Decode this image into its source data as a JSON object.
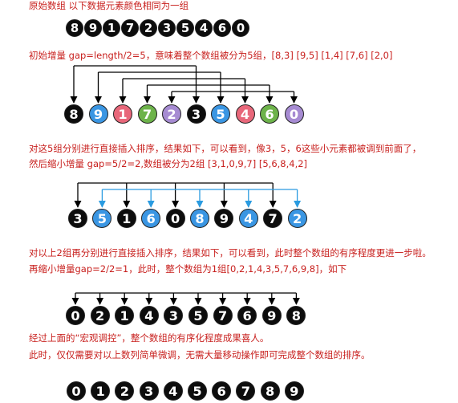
{
  "notes": {
    "n1": "原始数组    以下数据元素颜色相同为一组",
    "n2": "初始增量 gap=length/2=5，意味着整个数组被分为5组，[8,3] [9,5] [1,4] [7,6] [2,0]",
    "n3a": "对这5组分别进行直接插入排序，结果如下，可以看到，像3，5，6这些小元素都被调到前面了，",
    "n3b": "然后缩小增量 gap=5/2=2,数组被分为2组 [3,1,0,9,7] [5,6,8,4,2]",
    "n4a": "对以上2组再分别进行直接插入排序，结果如下，可以看到，此时整个数组的有序程度更进一步啦。",
    "n4b": "再缩小增量gap=2/2=1，此时，整个数组为1组[0,2,1,4,3,5,7,6,9,8]，如下",
    "n5a": "经过上面的“宏观调控”，整个数组的有序化程度成果喜人。",
    "n5b": "此时，仅仅需要对以上数列简单微调，无需大量移动操作即可完成整个数组的排序。"
  },
  "colors": {
    "black": "#0d0d0d",
    "blue": "#3a96e3",
    "pink": "#e8677a",
    "green": "#6db34a",
    "purple": "#a68bd2",
    "orange": "#e8763a",
    "teal": "#4fb896",
    "text_red": "#c8201e",
    "line_black": "#000000",
    "line_blue": "#2a9be0"
  },
  "rows": [
    {
      "id": "original",
      "values": [
        "8",
        "9",
        "1",
        "7",
        "2",
        "3",
        "5",
        "4",
        "6",
        "0"
      ],
      "colors": [
        "black",
        "black",
        "black",
        "black",
        "black",
        "black",
        "black",
        "black",
        "black",
        "black"
      ]
    },
    {
      "id": "gap5",
      "values": [
        "8",
        "9",
        "1",
        "7",
        "2",
        "3",
        "5",
        "4",
        "6",
        "0"
      ],
      "colors": [
        "black",
        "blue",
        "pink",
        "green",
        "purple",
        "black",
        "blue",
        "pink",
        "green",
        "purple"
      ]
    },
    {
      "id": "gap2",
      "values": [
        "3",
        "5",
        "1",
        "6",
        "0",
        "8",
        "9",
        "4",
        "7",
        "2"
      ],
      "colors": [
        "black",
        "blue",
        "black",
        "blue",
        "black",
        "blue",
        "black",
        "blue",
        "black",
        "blue"
      ]
    },
    {
      "id": "gap1",
      "values": [
        "0",
        "2",
        "1",
        "4",
        "3",
        "5",
        "7",
        "6",
        "9",
        "8"
      ],
      "colors": [
        "black",
        "black",
        "black",
        "black",
        "black",
        "black",
        "black",
        "black",
        "black",
        "black"
      ]
    },
    {
      "id": "sorted",
      "values": [
        "0",
        "1",
        "2",
        "3",
        "4",
        "5",
        "6",
        "7",
        "8",
        "9"
      ],
      "colors": [
        "black",
        "black",
        "black",
        "black",
        "black",
        "black",
        "black",
        "black",
        "black",
        "black"
      ]
    }
  ],
  "groups": {
    "gap5": [
      {
        "members": [
          0,
          5
        ],
        "line": "line_black"
      },
      {
        "members": [
          1,
          6
        ],
        "line": "line_black"
      },
      {
        "members": [
          2,
          7
        ],
        "line": "line_black"
      },
      {
        "members": [
          3,
          8
        ],
        "line": "line_black"
      },
      {
        "members": [
          4,
          9
        ],
        "line": "line_black"
      }
    ],
    "gap2": [
      {
        "members": [
          0,
          2,
          4,
          6,
          8
        ],
        "line": "line_black"
      },
      {
        "members": [
          1,
          3,
          5,
          7,
          9
        ],
        "line": "line_blue"
      }
    ],
    "gap1": [
      {
        "members": [
          0,
          1,
          2,
          3,
          4,
          5,
          6,
          7,
          8,
          9
        ],
        "line": "line_black"
      }
    ]
  }
}
